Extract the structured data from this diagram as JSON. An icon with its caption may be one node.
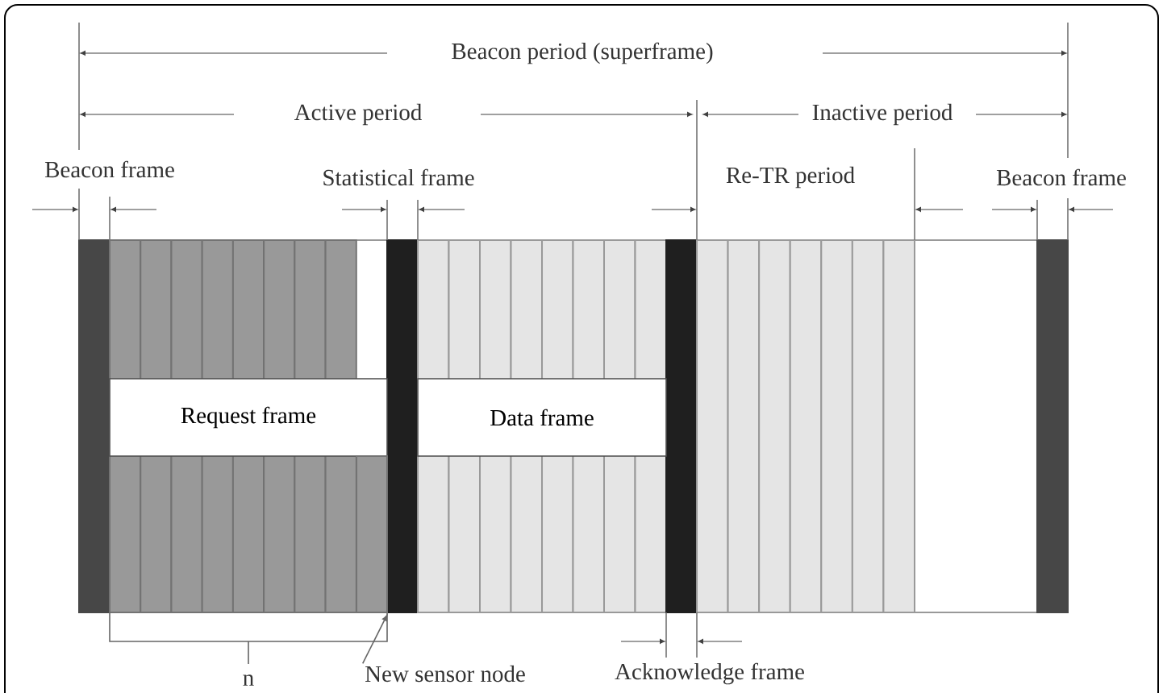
{
  "diagram": {
    "nodes": [
      {
        "text": [
          "Request frame"
        ]
      },
      {
        "text": [
          "Data frame"
        ]
      },
      {
        "text": [],
        "shape": "box"
      },
      {
        "text": [
          "New sensor node"
        ]
      }
    ],
    "edges": [
      {
        "from": 3,
        "to": 2,
        "arrow": "to"
      }
    ],
    "labels": [
      "Beacon period (superframe)",
      "Active period",
      "Inactive period",
      "Beacon frame",
      "Statistical frame",
      "Re-TR period",
      "Beacon frame",
      "Acknowledge frame",
      "n"
    ]
  }
}
